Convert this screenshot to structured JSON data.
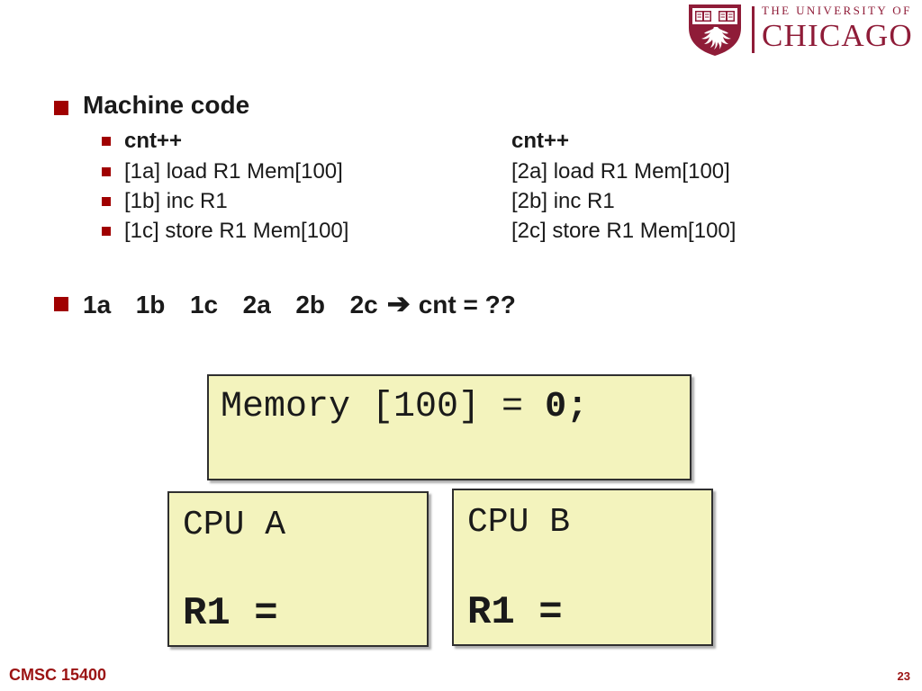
{
  "slide": {
    "header": {
      "line1": "THE UNIVERSITY OF",
      "line2": "CHICAGO",
      "crest_icon": "uchicago-crest-icon"
    },
    "content": {
      "heading": "Machine code",
      "left_items": [
        "cnt++",
        "[1a] load R1 Mem[100]",
        "[1b] inc R1",
        "[1c] store R1 Mem[100]"
      ],
      "right_items": [
        "cnt++",
        "[2a] load R1 Mem[100]",
        "[2b] inc R1",
        "[2c] store R1 Mem[100]"
      ],
      "seq_prefix": "1a  1b  1c  2a  2b  2c",
      "arrow_glyph": "➔",
      "seq_suffix": "cnt = ??"
    },
    "boxes": {
      "memory": {
        "label_regular": "Memory [100] = ",
        "label_bold": "0;"
      },
      "cpu_a": {
        "title": "CPU A",
        "register": "R1 ="
      },
      "cpu_b": {
        "title": "CPU B",
        "register": "R1 ="
      }
    },
    "footer": {
      "course": "CMSC 15400",
      "page": "23"
    }
  },
  "colors": {
    "maroon_logo": "#8f1c38",
    "bullet_red": "#a00000",
    "footer_red": "#9b1313",
    "box_fill": "#f3f3bd",
    "box_border": "#2f2f2f",
    "text": "#1a1a1a"
  }
}
